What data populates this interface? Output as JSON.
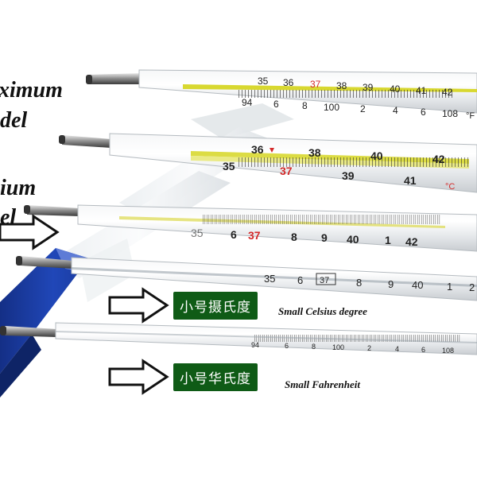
{
  "left_labels": {
    "label1_line1": "ximum",
    "label1_line2": "del",
    "label2_line1": "ium",
    "label2_line2": "el"
  },
  "thermometer_1": {
    "top_scale": [
      "35",
      "36",
      "37",
      "38",
      "39",
      "40",
      "41",
      "42"
    ],
    "bottom_scale": [
      "94",
      "6",
      "8",
      "100",
      "2",
      "4",
      "6",
      "108"
    ],
    "unit_f": "°F"
  },
  "thermometer_2": {
    "top_scale": [
      "36",
      "38",
      "40",
      "42"
    ],
    "bottom_scale": [
      "35",
      "37",
      "39",
      "41"
    ],
    "unit_c": "°C"
  },
  "thermometer_3": {
    "scale": [
      "35",
      "6",
      "37",
      "8",
      "9",
      "40",
      "1",
      "42"
    ]
  },
  "thermometer_4": {
    "scale": [
      "35",
      "6",
      "37",
      "8",
      "9",
      "40",
      "1",
      "2"
    ]
  },
  "thermometer_5": {
    "scale": [
      "94",
      "6",
      "8",
      "100",
      "2",
      "4",
      "6",
      "108"
    ]
  },
  "badges": {
    "celsius_small": "小号摄氏度",
    "fahrenheit_small": "小号华氏度"
  },
  "captions": {
    "celsius": "Small Celsius degree",
    "fahrenheit": "Small Fahrenheit"
  },
  "colors": {
    "blue_stand": "#1c3fa8",
    "badge_green": "#0f5b16",
    "mercury_yellow": "#d8d830",
    "red_mark": "#d42a2a"
  }
}
